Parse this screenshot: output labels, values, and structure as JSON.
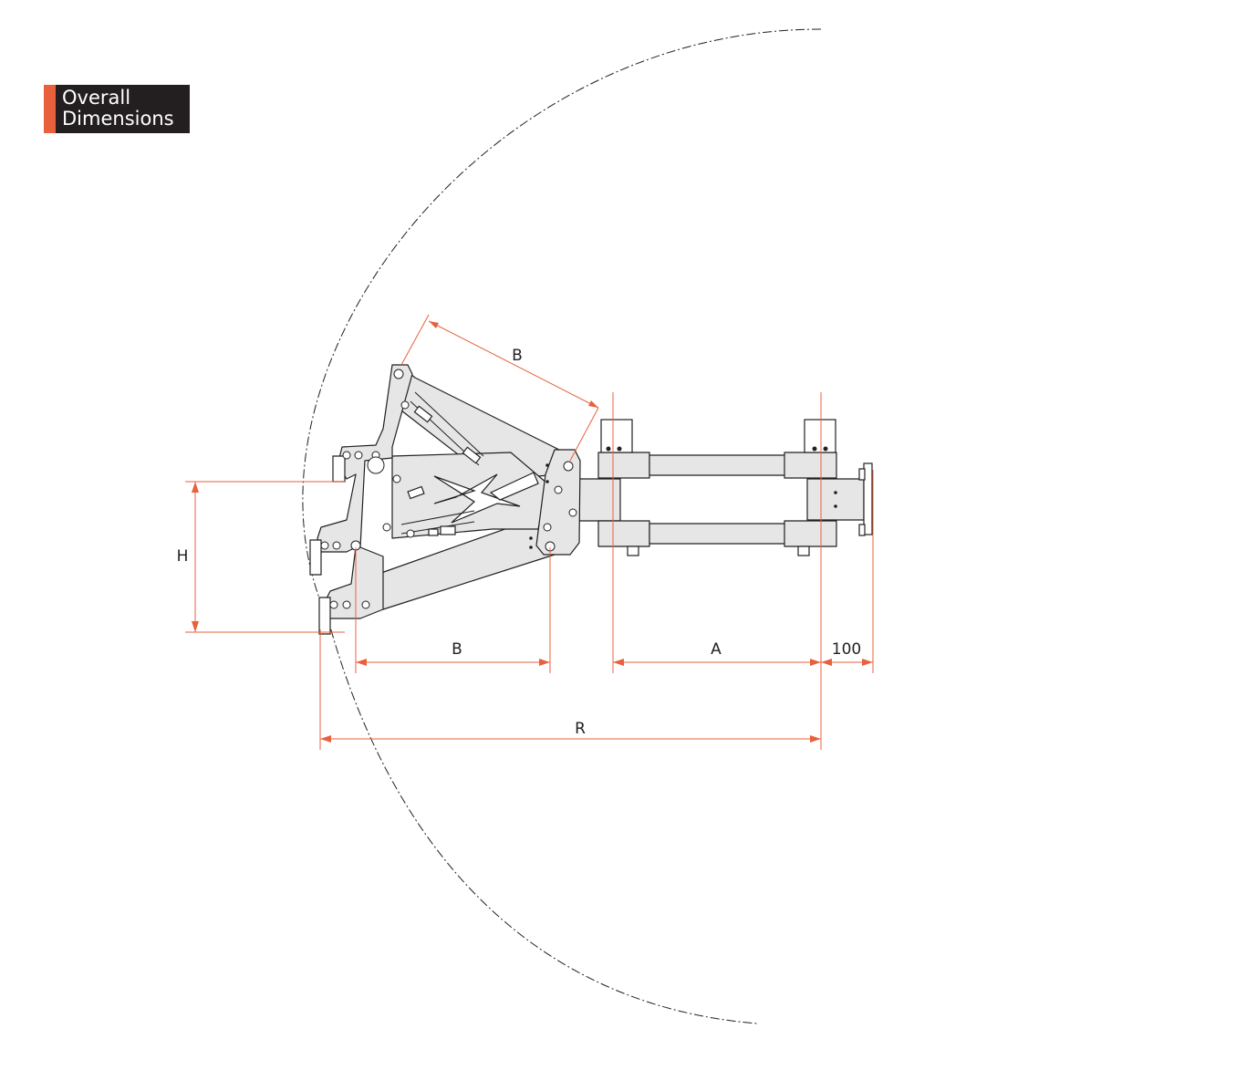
{
  "title": {
    "line1": "Overall",
    "line2": "Dimensions"
  },
  "dimensions": {
    "B_diagonal": "B",
    "B_horizontal": "B",
    "H": "H",
    "A": "A",
    "offset": "100",
    "R": "R"
  },
  "colors": {
    "accent": "#e8603c",
    "badge": "#231f20",
    "part_fill": "#e6e6e6",
    "line": "#231f20"
  }
}
